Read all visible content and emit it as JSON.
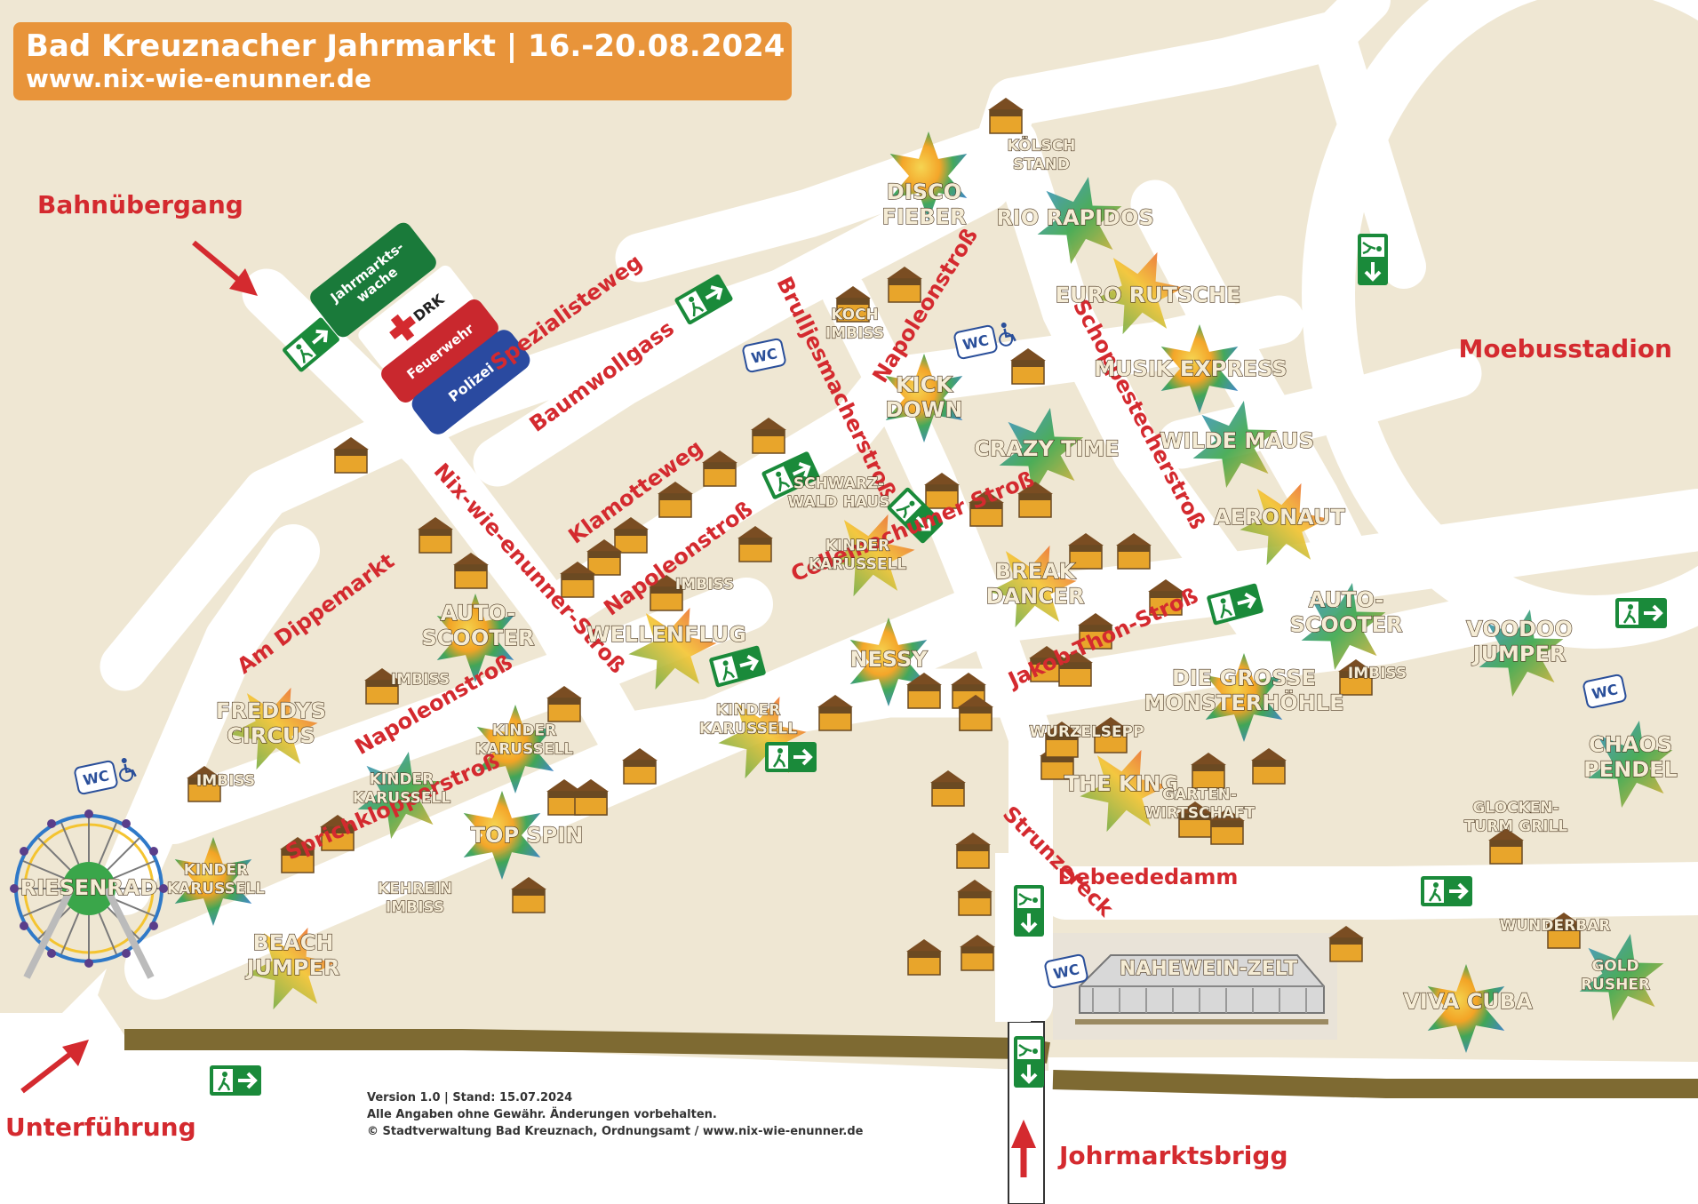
{
  "header": {
    "title": "Bad Kreuznacher Jahrmarkt | 16.-20.08.2024",
    "url": "www.nix-wie-enunner.de"
  },
  "footer": {
    "version": "Version 1.0 | Stand: 15.07.2024",
    "disclaimer": "Alle Angaben ohne Gewähr. Änderungen vorbehalten.",
    "copyright": "© Stadtverwaltung Bad Kreuznach, Ordnungsamt / www.nix-wie-enunner.de"
  },
  "colors": {
    "land": "#efe7d3",
    "road": "#ffffff",
    "street_label": "#d42a2f",
    "attraction_label": "#f5ecd5",
    "attraction_outline": "#4a3620",
    "title_box": "#e8943a",
    "exit_green": "#1a8a3a",
    "wc_blue": "#2a4f9a",
    "river": "#7e6a32"
  },
  "entrances": [
    {
      "label": "Bahnübergang"
    },
    {
      "label": "Unterführung"
    },
    {
      "label": "Johrmarktsbrigg"
    },
    {
      "label": "Moebusstadion"
    }
  ],
  "streets": [
    {
      "label": "Spezialisteweg"
    },
    {
      "label": "Baumwollgass"
    },
    {
      "label": "Nix-wie-enunner-Stroß"
    },
    {
      "label": "Brulljesmacherstroß"
    },
    {
      "label": "Napoleonstroß"
    },
    {
      "label": "Schoppestecherstroß"
    },
    {
      "label": "Klamotteweg"
    },
    {
      "label": "Napoleonstroß"
    },
    {
      "label": "Am Dippemarkt"
    },
    {
      "label": "Cellemochumer Stroß"
    },
    {
      "label": "Jakob-Thon-Stroß"
    },
    {
      "label": "Napoleonstroß"
    },
    {
      "label": "Sprichklopperstroß"
    },
    {
      "label": "Strunzereck"
    },
    {
      "label": "Debeededamm"
    }
  ],
  "services": [
    {
      "label": "Jahrmarkts-\nwache"
    },
    {
      "label": "DRK"
    },
    {
      "label": "Feuerwehr"
    },
    {
      "label": "Polizei"
    }
  ],
  "attractions": [
    {
      "label": "DISCO\nFIEBER"
    },
    {
      "label": "RIO RAPIDOS"
    },
    {
      "label": "EURO RUTSCHE"
    },
    {
      "label": "MUSIK EXPRESS"
    },
    {
      "label": "WILDE MAUS"
    },
    {
      "label": "AERONAUT"
    },
    {
      "label": "KICK\nDOWN"
    },
    {
      "label": "CRAZY TIME"
    },
    {
      "label": "BREAK\nDANCER"
    },
    {
      "label": "AUTO-\nSCOOTER"
    },
    {
      "label": "AUTO-\nSCOOTER"
    },
    {
      "label": "WELLENFLUG"
    },
    {
      "label": "NESSY"
    },
    {
      "label": "VOODOO\nJUMPER"
    },
    {
      "label": "FREDDYS\nCIRCUS"
    },
    {
      "label": "DIE GROSSE\nMONSTERHÖHLE"
    },
    {
      "label": "CHAOS\nPENDEL"
    },
    {
      "label": "THE KING"
    },
    {
      "label": "TOP SPIN"
    },
    {
      "label": "RIESENRAD"
    },
    {
      "label": "BEACH\nJUMPER"
    },
    {
      "label": "VIVA CUBA"
    },
    {
      "label": "GOLD\nRUSHER"
    },
    {
      "label": "KINDER\nKARUSSELL"
    },
    {
      "label": "KINDER\nKARUSSELL"
    },
    {
      "label": "KINDER\nKARUSSELL"
    },
    {
      "label": "KINDER\nKARUSSELL"
    },
    {
      "label": "KINDER\nKARUSSELL"
    },
    {
      "label": "NAHEWEIN-ZELT"
    }
  ],
  "stalls": [
    {
      "label": "KÖLSCH\nSTAND"
    },
    {
      "label": "KOCH\nIMBISS"
    },
    {
      "label": "SCHWARZ-\nWALD HAUS"
    },
    {
      "label": "IMBISS"
    },
    {
      "label": "IMBISS"
    },
    {
      "label": "IMBISS"
    },
    {
      "label": "IMBISS"
    },
    {
      "label": "WURZELSEPP"
    },
    {
      "label": "GARTEN-\nWIRTSCHAFT"
    },
    {
      "label": "GLOCKEN-\nTURM GRILL"
    },
    {
      "label": "KEHREIN\nIMBISS"
    },
    {
      "label": "WUNDERBAR"
    }
  ],
  "wc_label": "WC",
  "icons": {
    "exit": "emergency-exit-icon",
    "wc": "toilet-icon",
    "wheelchair": "wheelchair-icon",
    "stall": "stall-hut-icon",
    "star": "attraction-star-icon",
    "arrow": "entrance-arrow-icon",
    "cross": "red-cross-icon",
    "ferris_wheel": "ferris-wheel-icon",
    "tent": "tent-icon"
  }
}
